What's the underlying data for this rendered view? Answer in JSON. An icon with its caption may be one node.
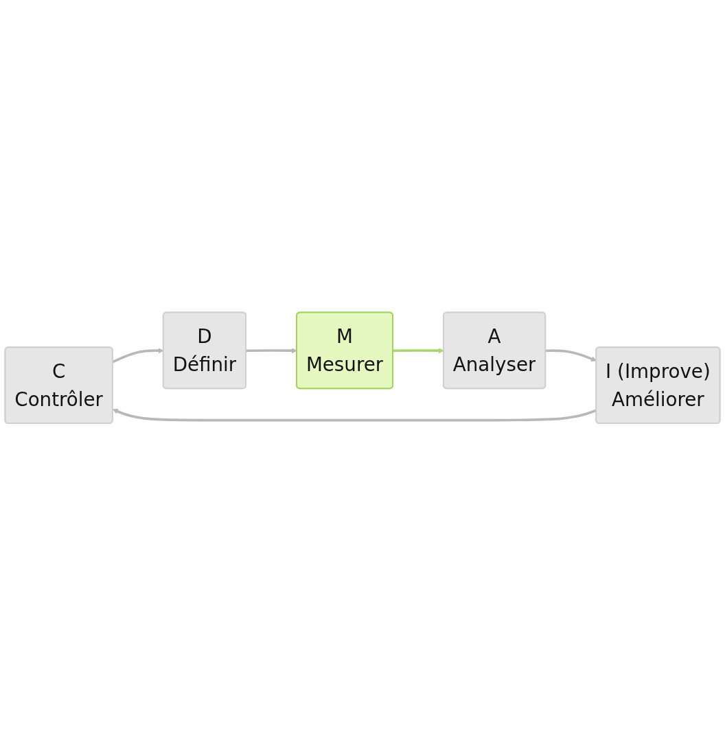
{
  "diagram": {
    "nodes": [
      {
        "text": [
          "C",
          "Contrôler"
        ]
      },
      {
        "text": [
          "D",
          "Définir"
        ]
      },
      {
        "text": [
          "I (Improve)",
          "Améliorer"
        ]
      },
      {
        "text": [
          "M",
          "Mesurer"
        ]
      },
      {
        "text": [
          "A",
          "Analyser"
        ]
      }
    ],
    "edges": [
      {
        "from": 1,
        "to": 3,
        "arrow": "to"
      },
      {
        "from": 3,
        "to": 4,
        "arrow": "to",
        "color": "#a8d86a"
      },
      {
        "from": 4,
        "to": 2,
        "arrow": "to"
      },
      {
        "from": 2,
        "to": 0,
        "arrow": "to"
      },
      {
        "from": 0,
        "to": 1,
        "arrow": "to"
      }
    ]
  }
}
